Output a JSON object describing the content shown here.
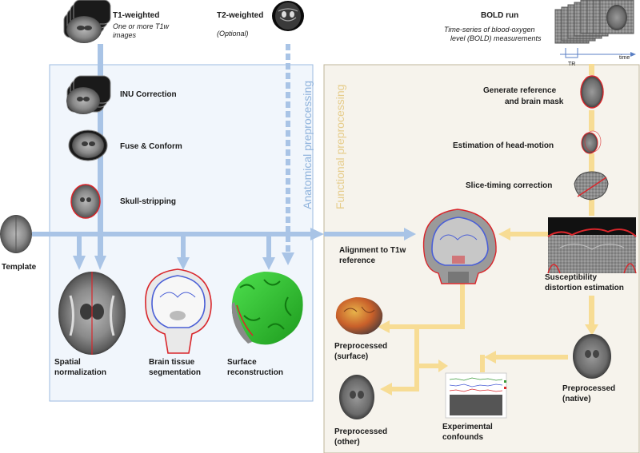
{
  "sections": {
    "anatomical": "Anatomical preprocessing",
    "functional": "Functional preprocessing"
  },
  "inputs": {
    "t1": {
      "title": "T1-weighted",
      "desc_line1": "One or more T1w",
      "desc_line2": "images"
    },
    "t2": {
      "title": "T2-weighted",
      "desc": "(Optional)"
    },
    "bold": {
      "title": "BOLD run",
      "desc_line1": "Time-series of blood-oxygen",
      "desc_line2": "level (BOLD) measurements",
      "tr_label": "TR",
      "time_label": "time"
    }
  },
  "anat_steps": {
    "inu": "INU Correction",
    "fuse": "Fuse & Conform",
    "skull": "Skull-stripping"
  },
  "template": "Template",
  "anat_outputs": {
    "spatial_line1": "Spatial",
    "spatial_line2": "normalization",
    "seg_line1": "Brain tissue",
    "seg_line2": "segmentation",
    "surf_line1": "Surface",
    "surf_line2": "reconstruction"
  },
  "func_steps": {
    "ref_line1": "Generate reference",
    "ref_line2": "and brain mask",
    "motion": "Estimation of head-motion",
    "slice": "Slice-timing correction",
    "align_line1": "Alignment to T1w",
    "align_line2": "reference",
    "suscept_line1": "Susceptibility",
    "suscept_line2": "distortion estimation"
  },
  "func_outputs": {
    "surface_line1": "Preprocessed",
    "surface_line2": "(surface)",
    "other_line1": "Preprocessed",
    "other_line2": "(other)",
    "confounds_line1": "Experimental",
    "confounds_line2": "confounds",
    "native_line1": "Preprocessed",
    "native_line2": "(native)"
  },
  "colors": {
    "anat_arrow": "#a9c4e6",
    "func_arrow": "#f7dc94",
    "anat_box_fill": "#f1f6fc",
    "anat_box_stroke": "#9dbbe0",
    "func_box_fill": "#f6f3ec",
    "func_box_stroke": "#bfb49a",
    "mask_red": "#d9262b",
    "wm_blue": "#4a5fd6",
    "surface_green": "#2fbf2f"
  }
}
